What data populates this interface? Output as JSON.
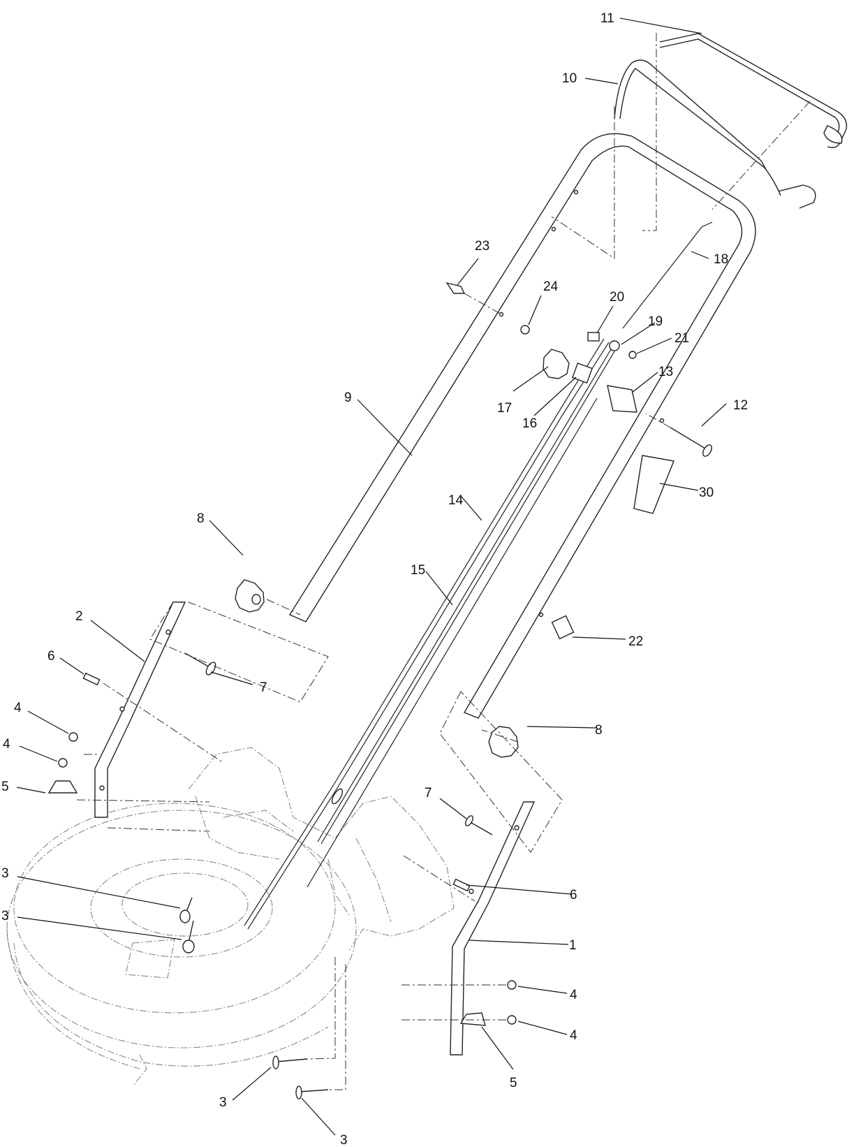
{
  "callouts": [
    "1",
    "2",
    "3",
    "3",
    "3",
    "3",
    "4",
    "4",
    "4",
    "4",
    "5",
    "5",
    "6",
    "6",
    "7",
    "7",
    "8",
    "8",
    "9",
    "10",
    "11",
    "12",
    "13",
    "14",
    "15",
    "16",
    "17",
    "18",
    "19",
    "20",
    "21",
    "22",
    "23",
    "24",
    "30"
  ]
}
